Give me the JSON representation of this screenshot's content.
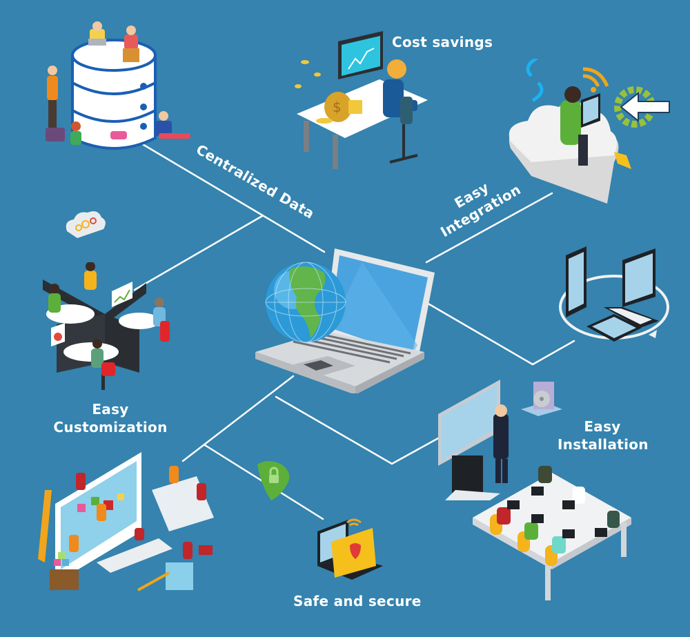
{
  "diagram": {
    "background_color": "#3583ae",
    "line_color": "#ffffff",
    "center": {
      "label": "",
      "icon": "laptop-with-globe-icon"
    },
    "features": [
      {
        "id": "centralized-data",
        "label": "Centralized Data",
        "icon": "database-with-people-icon"
      },
      {
        "id": "cost-savings",
        "label": "Cost savings",
        "icon": "office-desk-money-bag-icon"
      },
      {
        "id": "easy-integration",
        "label_line1": "Easy",
        "label_line2": "Integration",
        "icon": "cloud-user-gear-icon"
      },
      {
        "id": "multi-device",
        "label": "",
        "icon": "devices-cloud-sync-icon"
      },
      {
        "id": "easy-installation",
        "label_line1": "Easy",
        "label_line2": "Installation",
        "icon": "training-room-icon"
      },
      {
        "id": "safe-and-secure",
        "label": "Safe and secure",
        "icon": "secure-folder-laptop-icon"
      },
      {
        "id": "design-workshop",
        "label": "",
        "icon": "design-team-monitor-icon"
      },
      {
        "id": "easy-customization",
        "label_line1": "Easy",
        "label_line2": "Customization",
        "icon": "cubicle-office-icon"
      }
    ]
  }
}
